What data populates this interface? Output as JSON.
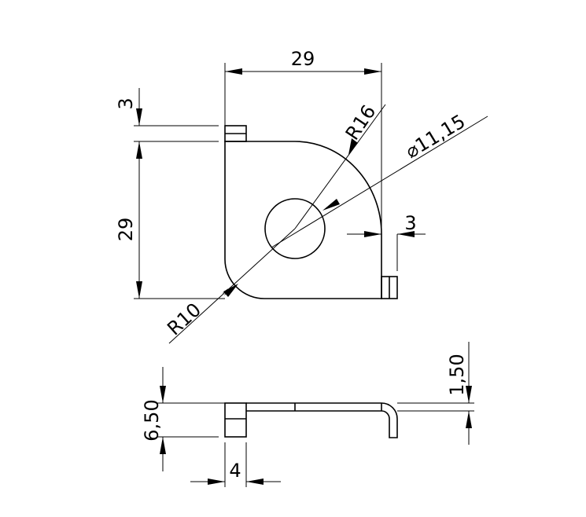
{
  "drawing": {
    "top_view": {
      "dim_width": "29",
      "dim_height": "29",
      "dim_tab_height": "3",
      "dim_radius_large": "R16",
      "dim_radius_small": "R10",
      "dim_hole_diameter": "11,15",
      "dim_hole_symbol": "⌀",
      "dim_tab_offset": "3"
    },
    "side_view": {
      "dim_total_height": "6,50",
      "dim_thickness": "1,50",
      "dim_tab_width": "4"
    }
  }
}
